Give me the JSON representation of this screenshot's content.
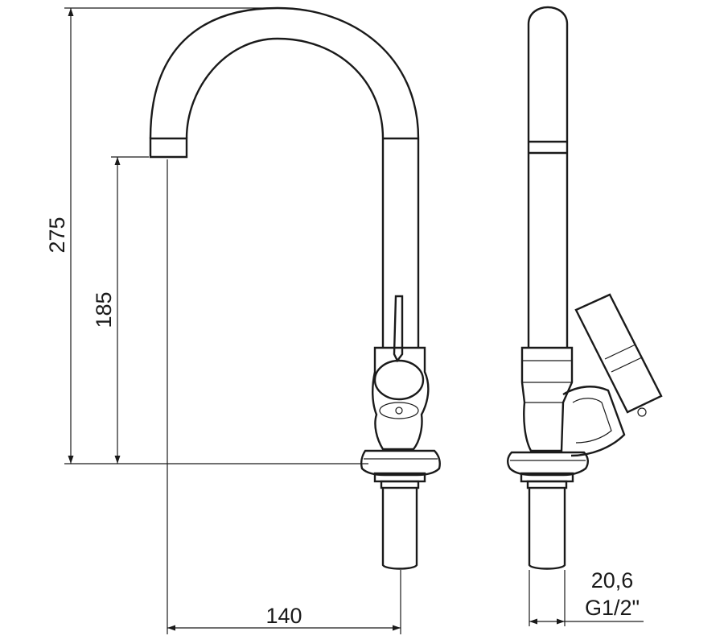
{
  "dimensions": {
    "overall_height": "275",
    "spout_height": "185",
    "spout_reach": "140",
    "tail_diameter": "20,6",
    "thread": "G1/2\""
  }
}
